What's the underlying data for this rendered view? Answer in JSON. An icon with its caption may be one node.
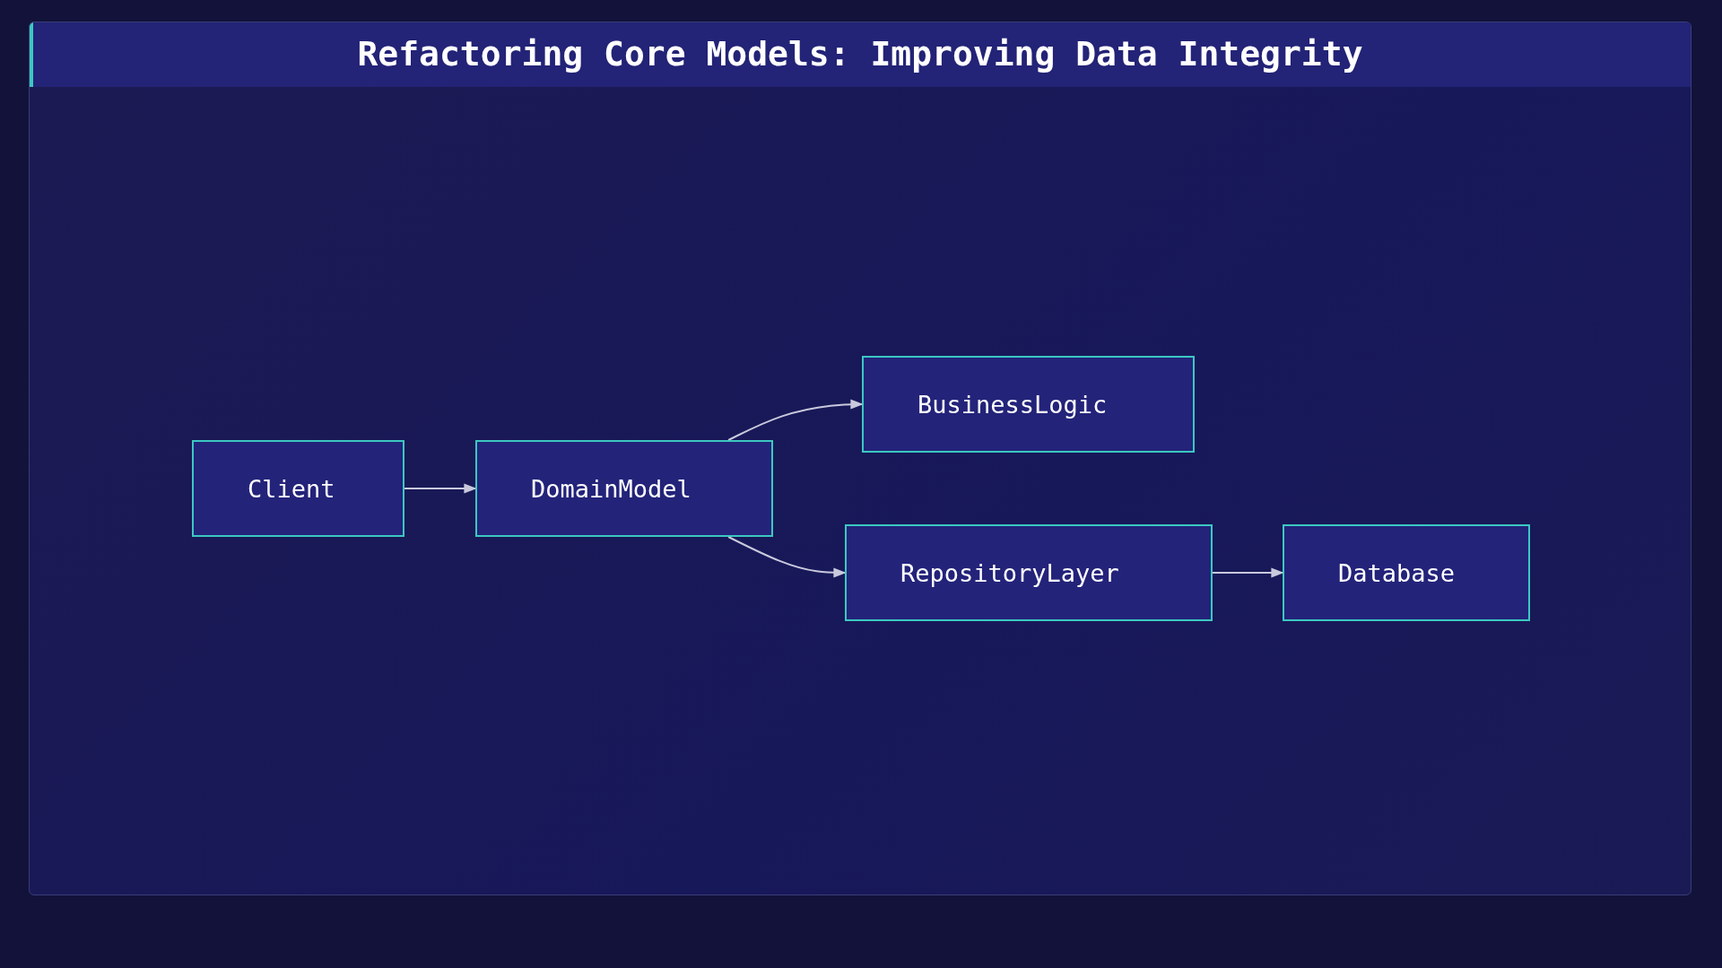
{
  "diagram": {
    "title": "Refactoring Core Models: Improving Data Integrity",
    "nodes": [
      {
        "text": [
          "Client"
        ]
      },
      {
        "text": [
          "DomainModel"
        ]
      },
      {
        "text": [
          "BusinessLogic"
        ]
      },
      {
        "text": [
          "RepositoryLayer"
        ]
      },
      {
        "text": [
          "Database"
        ]
      }
    ],
    "edges": [
      {
        "from": 0,
        "to": 1,
        "arrow": "to"
      },
      {
        "from": 1,
        "to": 2,
        "arrow": "to"
      },
      {
        "from": 1,
        "to": 3,
        "arrow": "to"
      },
      {
        "from": 3,
        "to": 4,
        "arrow": "to"
      }
    ]
  }
}
